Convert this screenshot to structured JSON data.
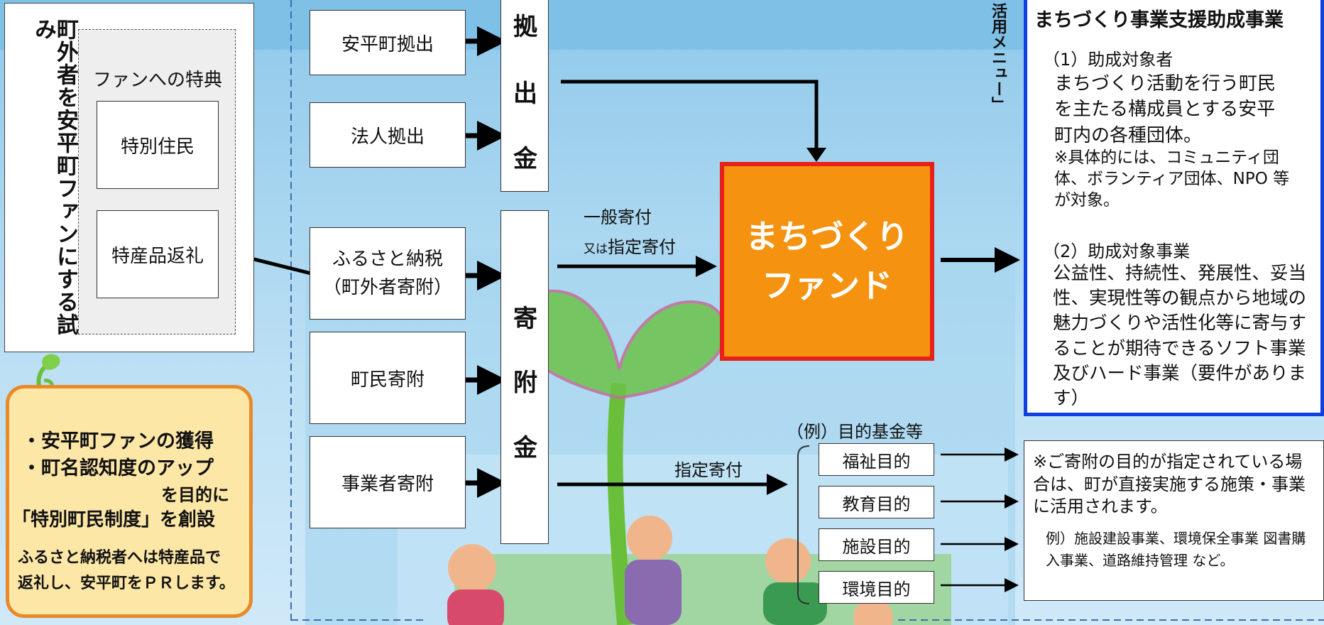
{
  "left_panel": {
    "vertical_title": "町外者を安平町ファンにする試み",
    "fan_heading": "ファンへの特典",
    "items": [
      "特別住民",
      "特産品返礼"
    ]
  },
  "goal_box": {
    "bullet1": "・安平町ファンの獲得",
    "bullet2": "・町名認知度のアップ",
    "line3": "を目的に",
    "line4": "「特別町民制度」を創設",
    "note1": "ふるさと納税者へは特産品で",
    "note2": "返礼し、安平町をＰＲします。"
  },
  "sources": {
    "anpira": "安平町拠出",
    "hojin": "法人拠出",
    "furusato_l1": "ふるさと納税",
    "furusato_l2": "（町外者寄附）",
    "chomin": "町民寄附",
    "jigyosha": "事業者寄附"
  },
  "columns": {
    "kyoshutsu": [
      "拠",
      "出",
      "金"
    ],
    "kifu": [
      "寄",
      "附",
      "金"
    ]
  },
  "labels": {
    "ippan": "一般寄付",
    "matawa_small": "又は",
    "shitei": "指定寄付",
    "shitei2": "指定寄付",
    "example_heading": "（例）目的基金等"
  },
  "fund": {
    "line1": "まちづくり",
    "line2": "ファンド"
  },
  "funds": [
    "福祉目的",
    "教育目的",
    "施設目的",
    "環境目的"
  ],
  "menu": {
    "vertical_label": "活用メニュー」",
    "title": "まちづくり事業支援助成事業",
    "sec1_head": "（1）助成対象者",
    "sec1_body": "まちづくり活動を行う町民を主たる構成員とする安平町内の各種団体。",
    "sec1_note": "※具体的には、コミュニティ団体、ボランティア団体、NPO 等が対象。",
    "sec2_head": "（2）助成対象事業",
    "sec2_body": "公益性、持続性、発展性、妥当性、実現性等の観点から地域の魅力づくりや活性化等に寄与することが期待できるソフト事業及びハード事業（要件があります）"
  },
  "designated": {
    "text": "※ご寄附の目的が指定されている場合は、町が直接実施する施策・事業に活用されます。",
    "example": "例）施設建設事業、環境保全事業 図書購入事業、道路維持管理 など。"
  },
  "colors": {
    "fund_fill": "#f5920f",
    "fund_border": "#e8201a",
    "menu_border": "#1040e0",
    "goal_fill": "#fde7a6",
    "goal_border": "#e8892a"
  }
}
